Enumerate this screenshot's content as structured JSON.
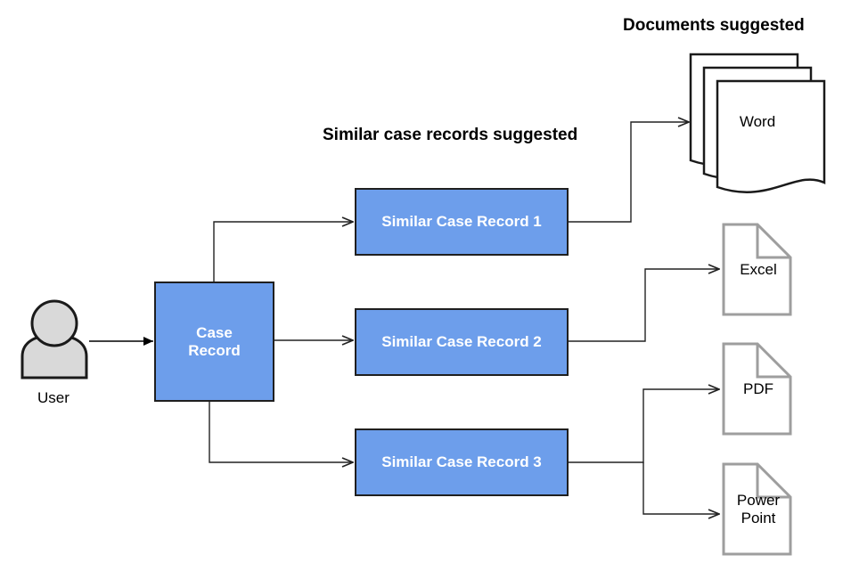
{
  "headings": {
    "documents": "Documents suggested",
    "similar_records": "Similar case records suggested"
  },
  "user": {
    "label": "User",
    "icon": "person-icon"
  },
  "case_record": {
    "line1": "Case",
    "line2": "Record"
  },
  "similar_records": [
    {
      "label": "Similar Case Record 1"
    },
    {
      "label": "Similar Case Record 2"
    },
    {
      "label": "Similar Case Record 3"
    }
  ],
  "documents": {
    "word": {
      "label": "Word",
      "icon": "stacked-documents-icon"
    },
    "excel": {
      "label": "Excel",
      "icon": "file-icon"
    },
    "pdf": {
      "label": "PDF",
      "icon": "file-icon"
    },
    "powerpoint": {
      "line1": "Power",
      "line2": "Point",
      "icon": "file-icon"
    }
  },
  "colors": {
    "box_fill": "#6d9eeb",
    "box_border": "#1f1f1f",
    "file_stroke": "#9e9e9e",
    "user_fill": "#d9d9d9",
    "connector": "#222222"
  }
}
